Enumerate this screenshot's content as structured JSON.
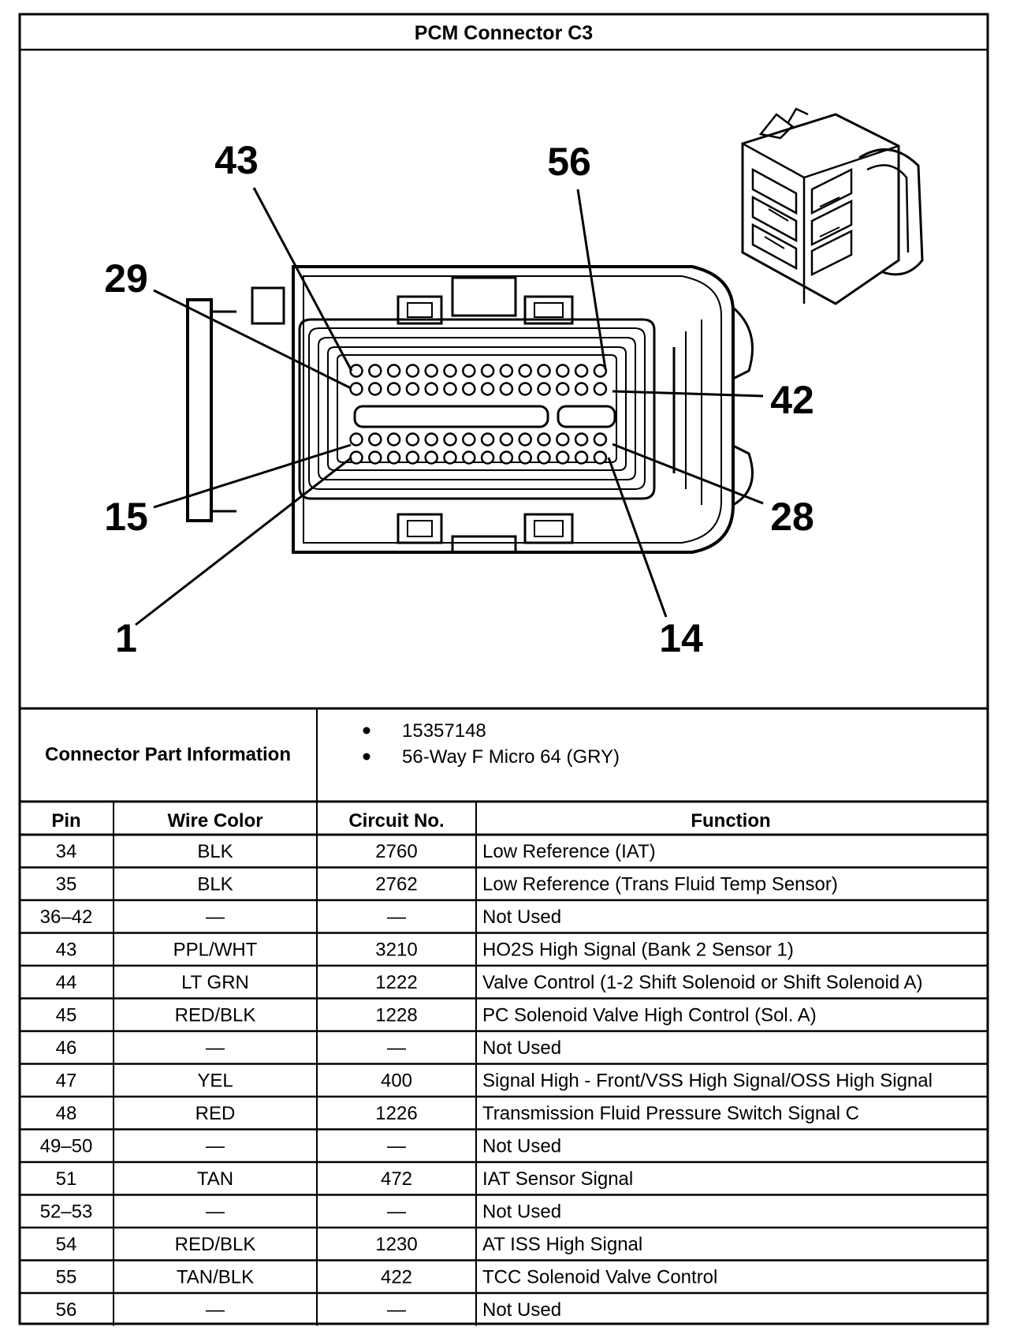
{
  "title": "PCM Connector C3",
  "callouts": {
    "c43": "43",
    "c56": "56",
    "c29": "29",
    "c42": "42",
    "c15": "15",
    "c28": "28",
    "c1": "1",
    "c14": "14"
  },
  "connector_info": {
    "label": "Connector Part Information",
    "items": [
      "15357148",
      "56-Way F Micro 64 (GRY)"
    ]
  },
  "table": {
    "headers": {
      "pin": "Pin",
      "wire_color": "Wire Color",
      "circuit": "Circuit No.",
      "function": "Function"
    },
    "rows": [
      {
        "pin": "34",
        "color": "BLK",
        "circuit": "2760",
        "function": "Low Reference (IAT)"
      },
      {
        "pin": "35",
        "color": "BLK",
        "circuit": "2762",
        "function": "Low Reference (Trans Fluid Temp Sensor)"
      },
      {
        "pin": "36–42",
        "color": "—",
        "circuit": "—",
        "function": "Not Used"
      },
      {
        "pin": "43",
        "color": "PPL/WHT",
        "circuit": "3210",
        "function": "HO2S High Signal (Bank 2 Sensor 1)"
      },
      {
        "pin": "44",
        "color": "LT GRN",
        "circuit": "1222",
        "function": "Valve Control (1-2 Shift Solenoid or Shift Solenoid A)"
      },
      {
        "pin": "45",
        "color": "RED/BLK",
        "circuit": "1228",
        "function": "PC Solenoid Valve High Control (Sol. A)"
      },
      {
        "pin": "46",
        "color": "—",
        "circuit": "—",
        "function": "Not Used"
      },
      {
        "pin": "47",
        "color": "YEL",
        "circuit": "400",
        "function": "Signal High - Front/VSS High Signal/OSS High Signal"
      },
      {
        "pin": "48",
        "color": "RED",
        "circuit": "1226",
        "function": "Transmission Fluid Pressure Switch Signal C"
      },
      {
        "pin": "49–50",
        "color": "—",
        "circuit": "—",
        "function": "Not Used"
      },
      {
        "pin": "51",
        "color": "TAN",
        "circuit": "472",
        "function": "IAT Sensor Signal"
      },
      {
        "pin": "52–53",
        "color": "—",
        "circuit": "—",
        "function": "Not Used"
      },
      {
        "pin": "54",
        "color": "RED/BLK",
        "circuit": "1230",
        "function": "AT ISS High Signal"
      },
      {
        "pin": "55",
        "color": "TAN/BLK",
        "circuit": "422",
        "function": "TCC Solenoid Valve Control"
      },
      {
        "pin": "56",
        "color": "—",
        "circuit": "—",
        "function": "Not Used"
      }
    ]
  }
}
